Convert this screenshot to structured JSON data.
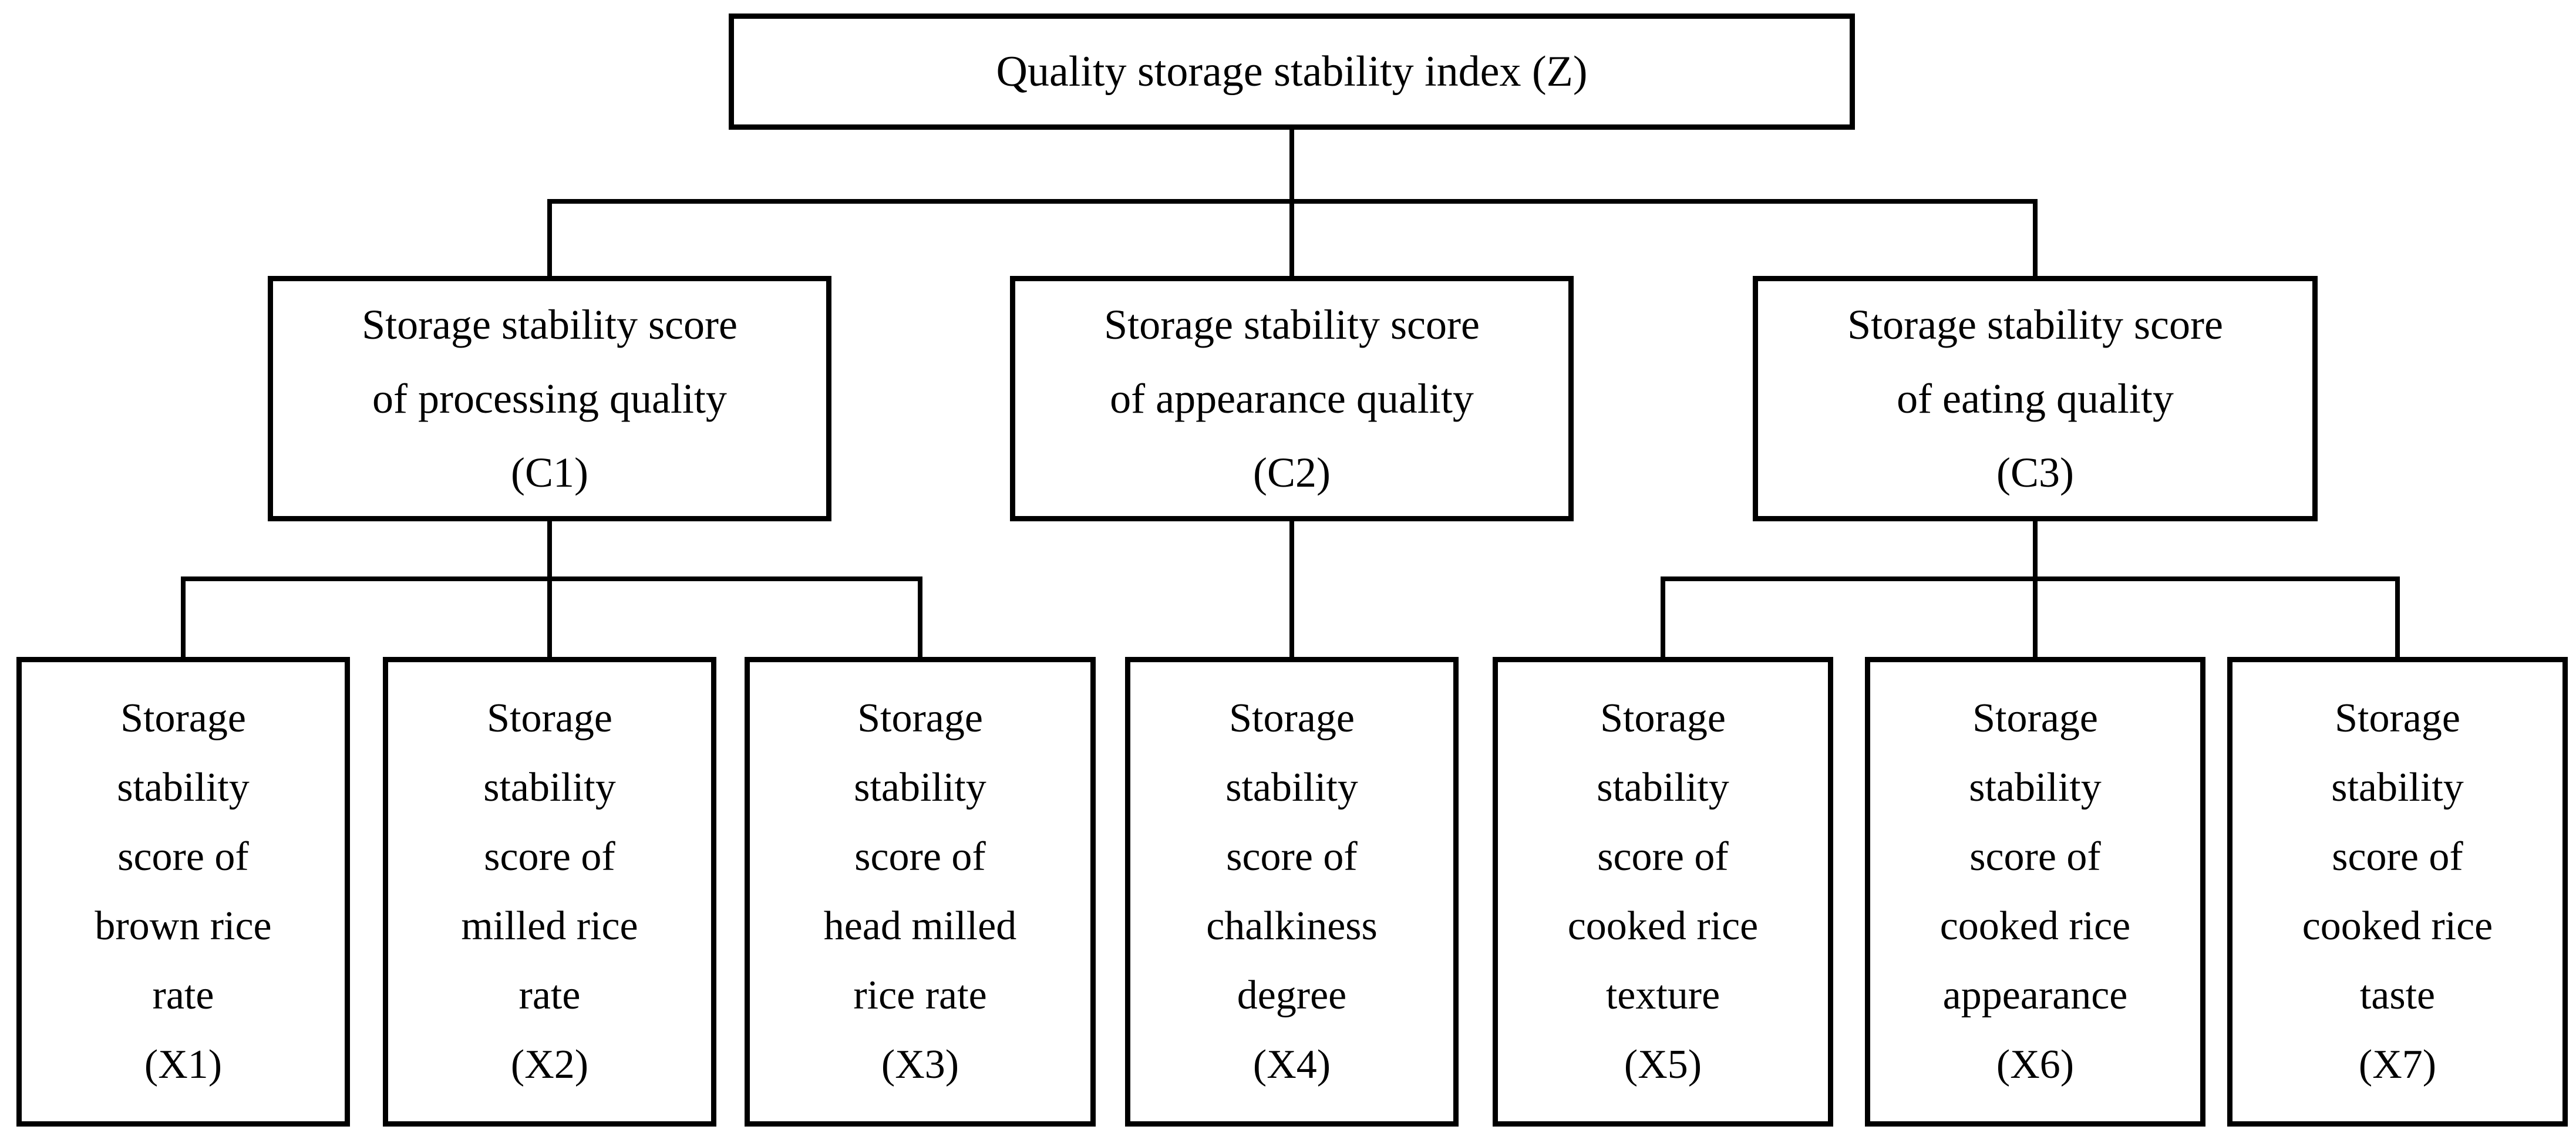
{
  "diagram": {
    "description": "Hierarchy of quality storage stability index",
    "colors": {
      "line": "#000000",
      "box_border": "#000000",
      "background": "#ffffff",
      "text": "#000000"
    },
    "root": {
      "id": "Z",
      "label": "Quality storage stability index (Z)",
      "children": [
        "C1",
        "C2",
        "C3"
      ]
    },
    "criteria": [
      {
        "id": "C1",
        "label": "Storage stability score\nof processing quality\n(C1)",
        "children": [
          "X1",
          "X2",
          "X3"
        ]
      },
      {
        "id": "C2",
        "label": "Storage stability score\nof appearance quality\n(C2)",
        "children": [
          "X4"
        ]
      },
      {
        "id": "C3",
        "label": "Storage stability score\nof eating quality\n(C3)",
        "children": [
          "X5",
          "X6",
          "X7"
        ]
      }
    ],
    "indicators": [
      {
        "id": "X1",
        "label": "Storage\nstability\nscore of\nbrown rice\nrate\n(X1)"
      },
      {
        "id": "X2",
        "label": "Storage\nstability\nscore of\nmilled rice\nrate\n(X2)"
      },
      {
        "id": "X3",
        "label": "Storage\nstability\nscore of\nhead milled\nrice rate\n(X3)"
      },
      {
        "id": "X4",
        "label": "Storage\nstability\nscore of\nchalkiness\ndegree\n(X4)"
      },
      {
        "id": "X5",
        "label": "Storage\nstability\nscore of\ncooked rice\ntexture\n(X5)"
      },
      {
        "id": "X6",
        "label": "Storage\nstability\nscore of\ncooked rice\nappearance\n(X6)"
      },
      {
        "id": "X7",
        "label": "Storage\nstability\nscore of\ncooked rice\ntaste\n(X7)"
      }
    ]
  }
}
